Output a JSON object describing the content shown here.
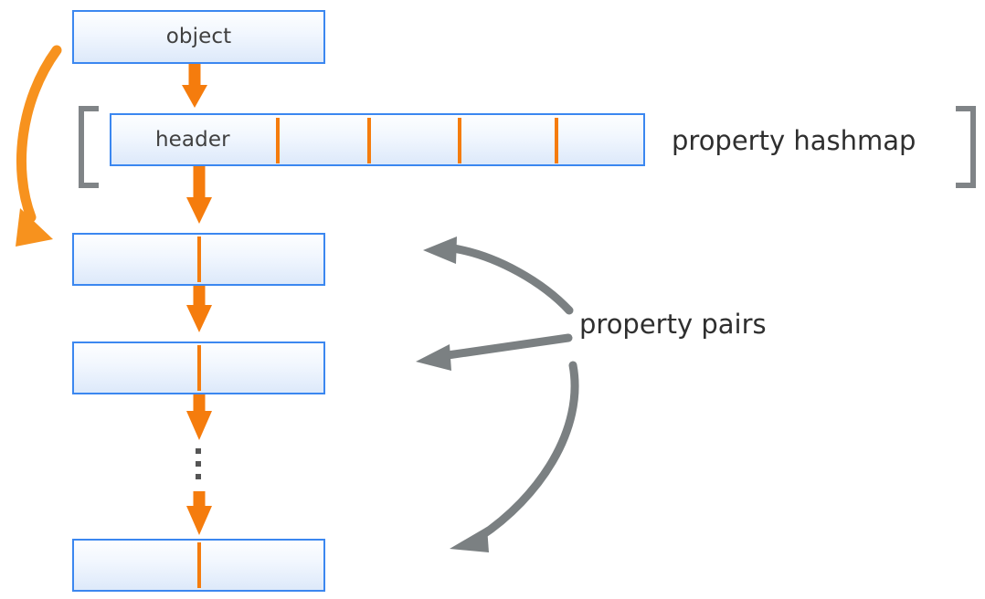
{
  "diagram": {
    "title": "JavaScript object property storage layout",
    "colors": {
      "box_border": "#3b87f0",
      "box_fill_top": "#fdfeff",
      "box_fill_bottom": "#dde9fa",
      "orange_accent": "#f57c0d",
      "gray_accent": "#808487",
      "text": "#2f2f2f"
    },
    "boxes": [
      {
        "id": "object",
        "label": "object"
      },
      {
        "id": "header",
        "label": "header"
      },
      {
        "id": "prop-1",
        "label": ""
      },
      {
        "id": "prop-2",
        "label": ""
      },
      {
        "id": "prop-last",
        "label": ""
      }
    ],
    "labels": {
      "property_hashmap": "property hashmap",
      "property_pairs": "property pairs"
    },
    "hashmap": {
      "slot_tick_count": 4,
      "slot_tick_x": [
        302,
        402,
        501,
        607
      ]
    },
    "ellipsis": {
      "dot_count": 3,
      "meaning": "more property pairs"
    },
    "arrows": {
      "object_to_header": "orange-down-arrow",
      "object_to_first_pair": "orange-curved-arrow",
      "header_to_pair_1": "orange-down-arrow",
      "pair_1_to_pair_2": "orange-down-arrow",
      "pair_2_to_ellipsis": "orange-down-arrow",
      "ellipsis_to_last_pair": "orange-down-arrow",
      "pairs_callout_top": "gray-curved-arrow",
      "pairs_callout_middle": "gray-straight-arrow",
      "pairs_callout_bottom": "gray-curved-arrow"
    }
  }
}
